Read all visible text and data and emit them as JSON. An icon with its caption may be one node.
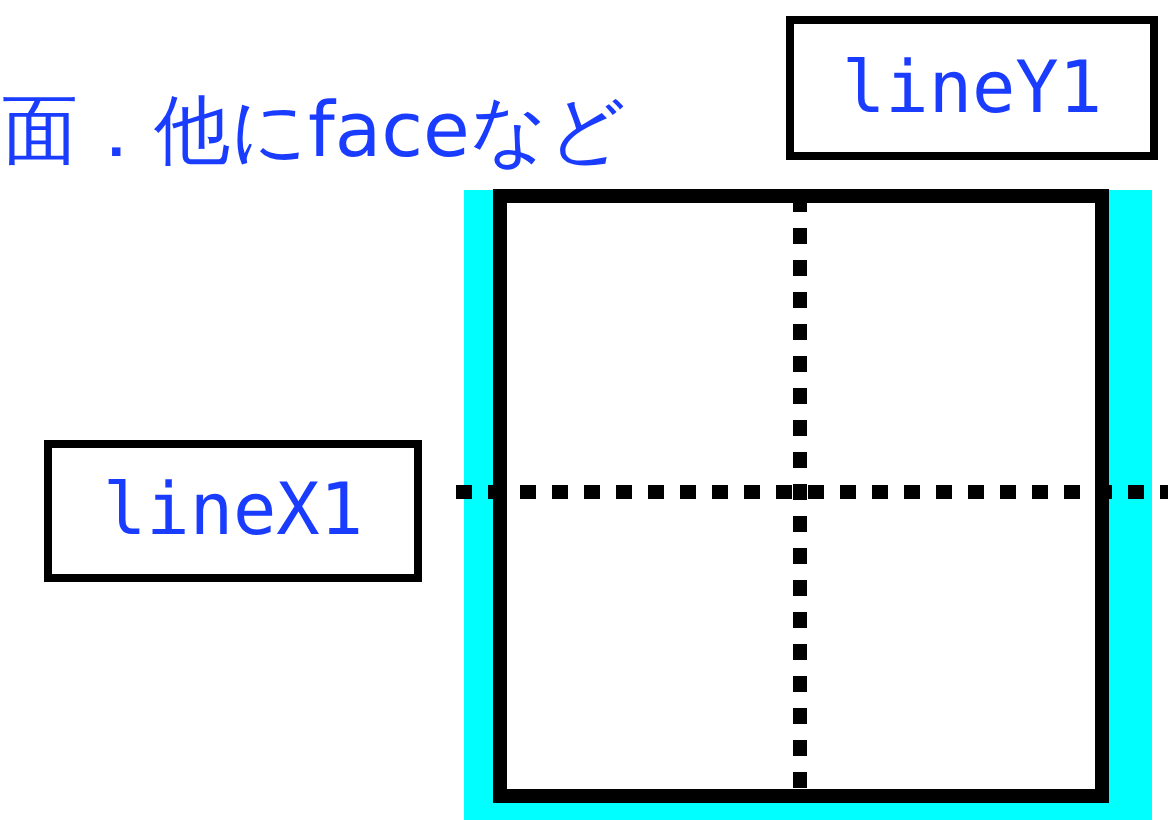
{
  "diagram": {
    "nodes": [
      {
        "text": [
          "lineY1"
        ]
      },
      {
        "text": [
          "lineX1"
        ]
      }
    ],
    "labels": [
      "面．他にfaceなど"
    ]
  }
}
